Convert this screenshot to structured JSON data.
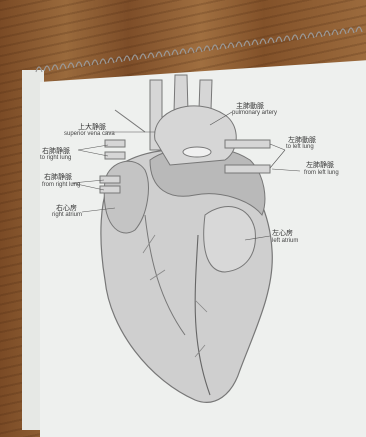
{
  "labels": {
    "superior_vena_cava_cn": "上大静脈",
    "superior_vena_cava_en": "superior vena cava",
    "pulmonary_artery_cn": "主肺動脈",
    "pulmonary_artery_en": "pulmonary artery",
    "right_pulm_vein_cn": "右肺静脈",
    "to_right_lung": "to right lung",
    "from_right_lung_cn": "右肺静脈",
    "from_right_lung": "from right lung",
    "right_atrium_cn": "右心房",
    "right_atrium_en": "right atrium",
    "to_left_lung_cn": "左肺動脈",
    "to_left_lung": "to left lung",
    "from_left_lung_cn": "左肺静脈",
    "from_left_lung": "from left lung",
    "left_atrium_cn": "左心房",
    "left_atrium_en": "left atrium"
  }
}
